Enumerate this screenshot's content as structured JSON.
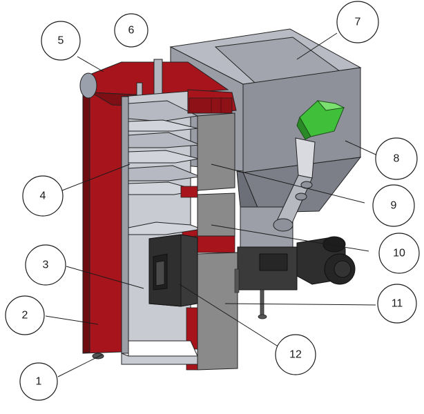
{
  "callouts": [
    {
      "id": "1",
      "label": "1"
    },
    {
      "id": "2",
      "label": "2"
    },
    {
      "id": "3",
      "label": "3"
    },
    {
      "id": "4",
      "label": "4"
    },
    {
      "id": "5",
      "label": "5"
    },
    {
      "id": "6",
      "label": "6"
    },
    {
      "id": "7",
      "label": "7"
    },
    {
      "id": "8",
      "label": "8"
    },
    {
      "id": "9",
      "label": "9"
    },
    {
      "id": "10",
      "label": "10"
    },
    {
      "id": "11",
      "label": "11"
    },
    {
      "id": "12",
      "label": "12"
    }
  ],
  "colors": {
    "jacket_red": "#a8141b",
    "jacket_red_dark": "#6e0c10",
    "steel_light": "#c9cbd3",
    "steel_mid": "#9c9ea8",
    "steel_dark": "#6b6d76",
    "door_gray": "#8a8a8a",
    "burner_dark": "#3a3a3a",
    "feeder_green": "#3fbf3a"
  }
}
